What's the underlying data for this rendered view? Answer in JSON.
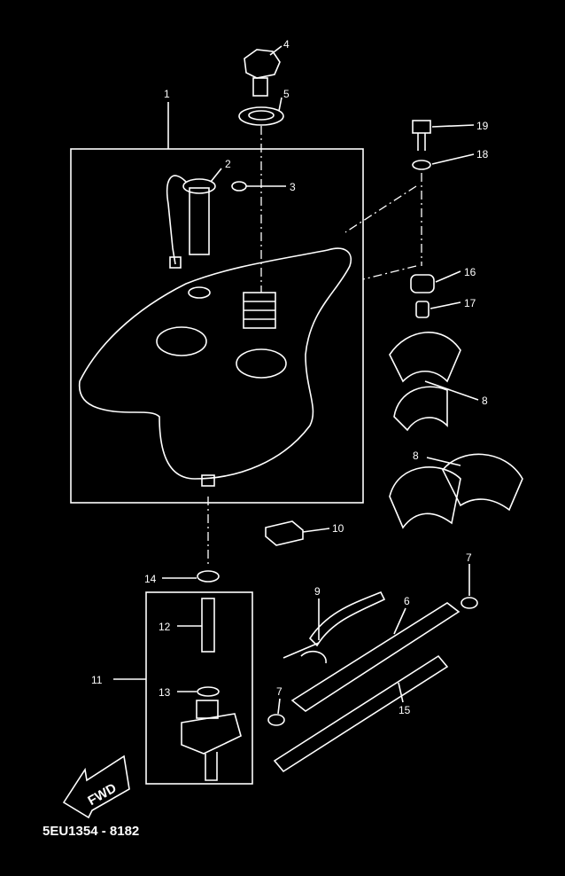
{
  "diagram": {
    "colors": {
      "background": "#000000",
      "lines": "#ffffff"
    },
    "labels": {
      "p1": "1",
      "p2": "2",
      "p3": "3",
      "p4": "4",
      "p5": "5",
      "p6": "6",
      "p7a": "7",
      "p7b": "7",
      "p8a": "8",
      "p8b": "8",
      "p9": "9",
      "p10": "10",
      "p11": "11",
      "p12": "12",
      "p13": "13",
      "p14": "14",
      "p15": "15",
      "p16": "16",
      "p17": "17",
      "p18": "18",
      "p19": "19"
    },
    "fwd_arrow": "FWD",
    "drawing_code": "5EU1354 - 8182"
  }
}
